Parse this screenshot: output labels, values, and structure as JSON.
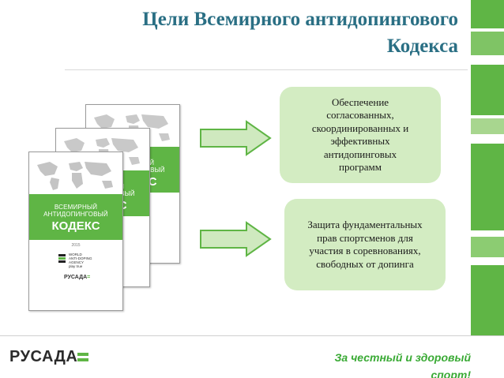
{
  "slide": {
    "title_lines": [
      "Цели Всемирного антидопингового",
      "Кодекса"
    ]
  },
  "book_cover": {
    "line1": "ВСЕМИРНЫЙ",
    "line2": "АНТИДОПИНГОВЫЙ",
    "line3": "КОДЕКС",
    "year": "2015",
    "agency_lines": [
      "WORLD",
      "ANTI-DOPING",
      "AGENCY",
      "play true"
    ],
    "publisher": "РУСАДА"
  },
  "goals": [
    {
      "lines": [
        "Обеспечение",
        "согласованных,",
        "скоординированных и",
        "эффективных",
        "антидопинговых",
        "программ"
      ]
    },
    {
      "lines": [
        "Защита фундаментальных",
        "прав спортсменов для",
        "участия в соревнованиях,",
        "свободных от допинга"
      ]
    }
  ],
  "footer": {
    "logo_text": "РУСАДА",
    "slogan": "За честный и здоровый спорт!"
  },
  "colors": {
    "accent_green": "#5fb545",
    "box_fill": "#d3ecc2",
    "title_color": "#2a6f84",
    "slogan_color": "#3aaa35"
  }
}
